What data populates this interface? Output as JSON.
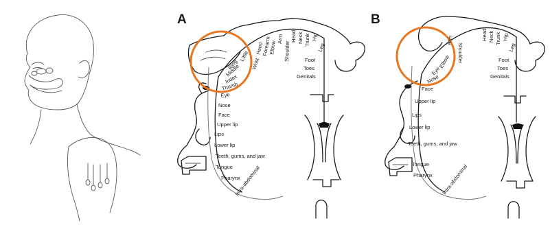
{
  "panels": [
    {
      "letter": "A",
      "labels_lateral": [
        "Little",
        "Ring",
        "Middle",
        "Index",
        "Thumb",
        "Eye",
        "Nose",
        "Face",
        "Upper lip",
        "Lips",
        "Lower lip",
        "Teeth, gums, and jaw",
        "Tongue",
        "Pharynx",
        "Intra-abdominal"
      ],
      "labels_top": [
        "Wrist",
        "Hand",
        "Forearm",
        "Elbow",
        "Arm",
        "Shoulder",
        "Head",
        "Neck",
        "Trunk",
        "Hip",
        "Leg"
      ],
      "labels_medial": [
        "Foot",
        "Toes",
        "Genitals"
      ]
    },
    {
      "letter": "B",
      "labels_lateral": [
        "Elbow",
        "Eye",
        "Nose",
        "Face",
        "Upper lip",
        "Lips",
        "Lower lip",
        "Teeth, gums, and jaw",
        "Tongue",
        "Pharynx",
        "Intra-abdominal"
      ],
      "labels_top": [
        "Arm",
        "Shoulder",
        "Head",
        "Neck",
        "Trunk",
        "Hip",
        "Leg"
      ],
      "labels_medial": [
        "Foot",
        "Toes",
        "Genitals"
      ]
    }
  ],
  "colors": {
    "highlight_circle": "#e87722",
    "line": "#1a1a1a"
  },
  "icons": [
    "face-profile-sketch",
    "hand-sketch",
    "brain-cross-section",
    "homunculus",
    "ventricle"
  ]
}
